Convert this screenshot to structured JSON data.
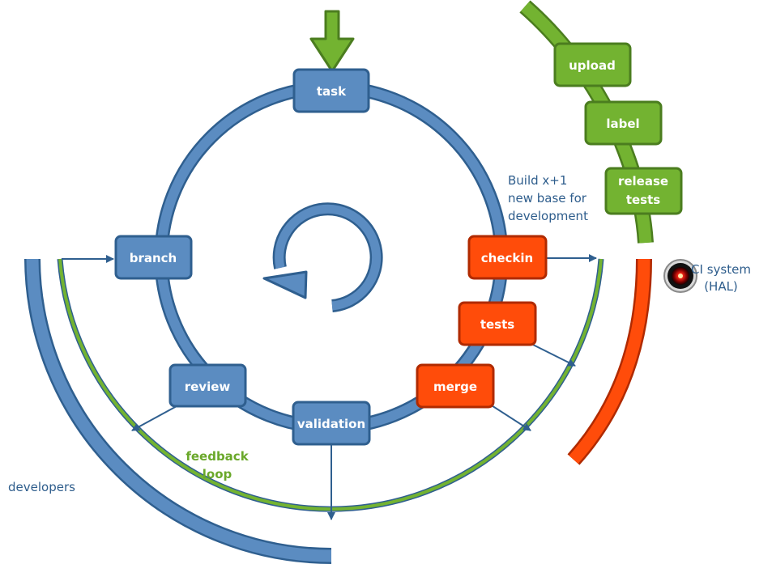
{
  "colors": {
    "blue": "#5b8cc1",
    "blue_border": "#2f5f8f",
    "green": "#73b331",
    "green_border": "#4b7d1f",
    "orange": "#ff4c0a",
    "orange_border": "#b02a00",
    "text_blue": "#2e5d8c",
    "text_green": "#6aa82a"
  },
  "nodes": {
    "task": "task",
    "branch": "branch",
    "review": "review",
    "validation": "validation",
    "checkin": "checkin",
    "tests": "tests",
    "merge": "merge",
    "upload": "upload",
    "label": "label",
    "release_tests_line1": "release",
    "release_tests_line2": "tests"
  },
  "annotations": {
    "build_line1": "Build x+1",
    "build_line2": "new base for",
    "build_line3": "development",
    "ci_line1": "CI system",
    "ci_line2": "(HAL)",
    "feedback_line1": "feedback",
    "feedback_line2": "loop",
    "developers": "developers"
  },
  "icons": {
    "hal": "hal-9000-eye-icon",
    "cycle": "cycle-arrow-icon",
    "entry": "down-arrow-icon"
  }
}
